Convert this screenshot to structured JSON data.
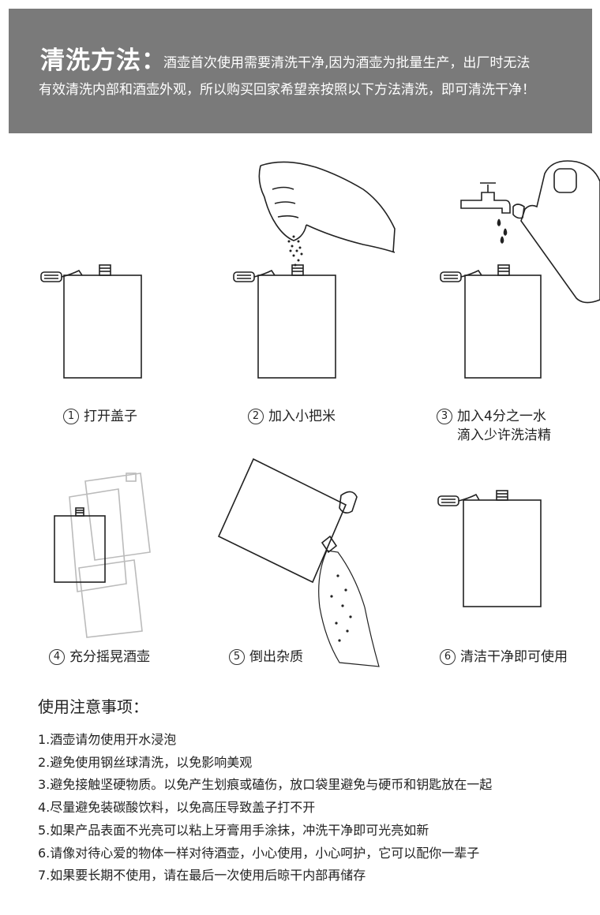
{
  "header": {
    "title": "清洗方法：",
    "line1": "酒壶首次使用需要清洗干净,因为酒壶为批量生产，出厂时无法",
    "line2": "有效清洗内部和酒壶外观，所以购买回家希望亲按照以下方法清洗，即可清洗干净！"
  },
  "steps": [
    {
      "num": "1",
      "text": "打开盖子"
    },
    {
      "num": "2",
      "text": "加入小把米"
    },
    {
      "num": "3",
      "text": "加入4分之一水",
      "text2": "滴入少许洗洁精"
    },
    {
      "num": "4",
      "text": "充分摇晃酒壶"
    },
    {
      "num": "5",
      "text": "倒出杂质"
    },
    {
      "num": "6",
      "text": "清洁干净即可使用"
    }
  ],
  "notes": {
    "title": "使用注意事项：",
    "items": [
      "1.酒壶请勿使用开水浸泡",
      "2.避免使用钢丝球清洗，以免影响美观",
      "3.避免接触坚硬物质。以免产生划痕或磕伤，放口袋里避免与硬币和钥匙放在一起",
      "4.尽量避免装碳酸饮料，以免高压导致盖子打不开",
      "5.如果产品表面不光亮可以粘上牙膏用手涂抹，冲洗干净即可光亮如新",
      "6.请像对待心爱的物体一样对待酒壶，小心使用，小心呵护，它可以配你一辈子",
      "7.如果要长期不使用，请在最后一次使用后晾干内部再储存"
    ]
  }
}
